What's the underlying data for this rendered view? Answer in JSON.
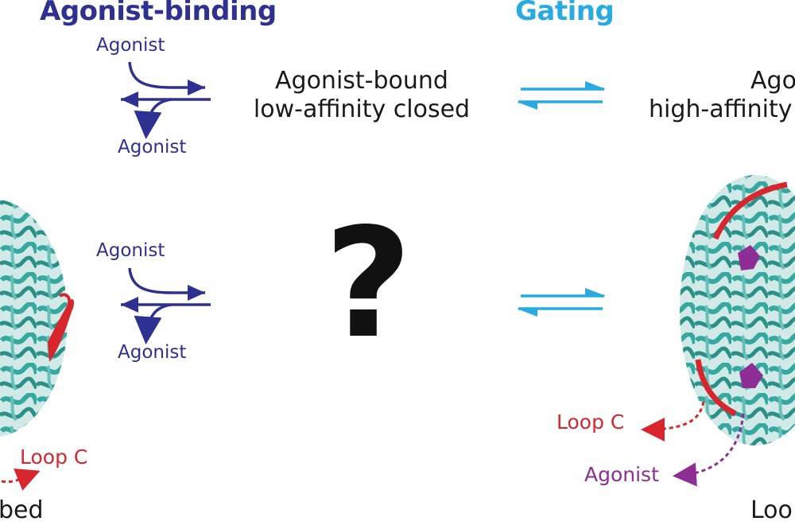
{
  "headers": {
    "binding": "Agonist-binding",
    "gating": "Gating"
  },
  "row1": {
    "agonist_top": "Agonist",
    "agonist_bottom": "Agonist",
    "state_line1": "Agonist-bound",
    "state_line2": "low-affinity closed",
    "right_state_line1": "Ago",
    "right_state_line2": "high-affinity"
  },
  "row2": {
    "agonist_top": "Agonist",
    "agonist_bottom": "Agonist",
    "question": "?"
  },
  "left_structure": {
    "loop_label": "Loop C",
    "caption": "bed"
  },
  "right_structure": {
    "loop_label": "Loop C",
    "agonist_label": "Agonist",
    "caption": "Loo"
  },
  "colors": {
    "binding": "#2e3192",
    "gating": "#29abe2",
    "loop": "#d7262e",
    "agonist_site": "#8e2e95",
    "protein": "#2aa39a"
  },
  "icons": [
    "equilibrium-arrows",
    "curved-arrow",
    "dashed-arrow",
    "protein-ribbon"
  ]
}
